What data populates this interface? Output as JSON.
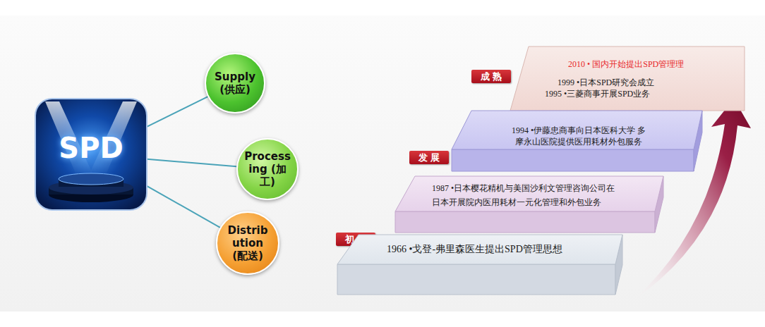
{
  "diagram": {
    "nodes": [
      {
        "text": [
          "SPD"
        ]
      },
      {
        "text": [
          "Supply (供应)"
        ]
      },
      {
        "text": [
          "Processing (加工)"
        ]
      },
      {
        "text": [
          "Distribution (配送)"
        ]
      },
      {
        "text": [
          "成 熟"
        ]
      },
      {
        "text": [
          "2010 • 国内开始提出SPD管理理",
          "1999 •日本SPD研究会成立",
          "1995 •三菱商事开展SPD业务"
        ]
      },
      {
        "text": [
          "发 展"
        ]
      },
      {
        "text": [
          "1994 •伊藤忠商事向日本医科大学 多摩永山医院提供医用耗材外包服务"
        ]
      },
      {
        "text": [
          "1987 •日本樱花精机与美国沙利文管理咨询公司在 日本开展院内医用耗材一元化管理和外包业务"
        ]
      },
      {
        "text": [
          "初 始"
        ]
      },
      {
        "text": [
          "1966 •戈登-弗里森医生提出SPD管理思想"
        ]
      }
    ],
    "edges": [
      {
        "from": 0,
        "to": 1,
        "arrow": "none"
      },
      {
        "from": 0,
        "to": 2,
        "arrow": "none"
      },
      {
        "from": 0,
        "to": 3,
        "arrow": "none"
      }
    ]
  }
}
